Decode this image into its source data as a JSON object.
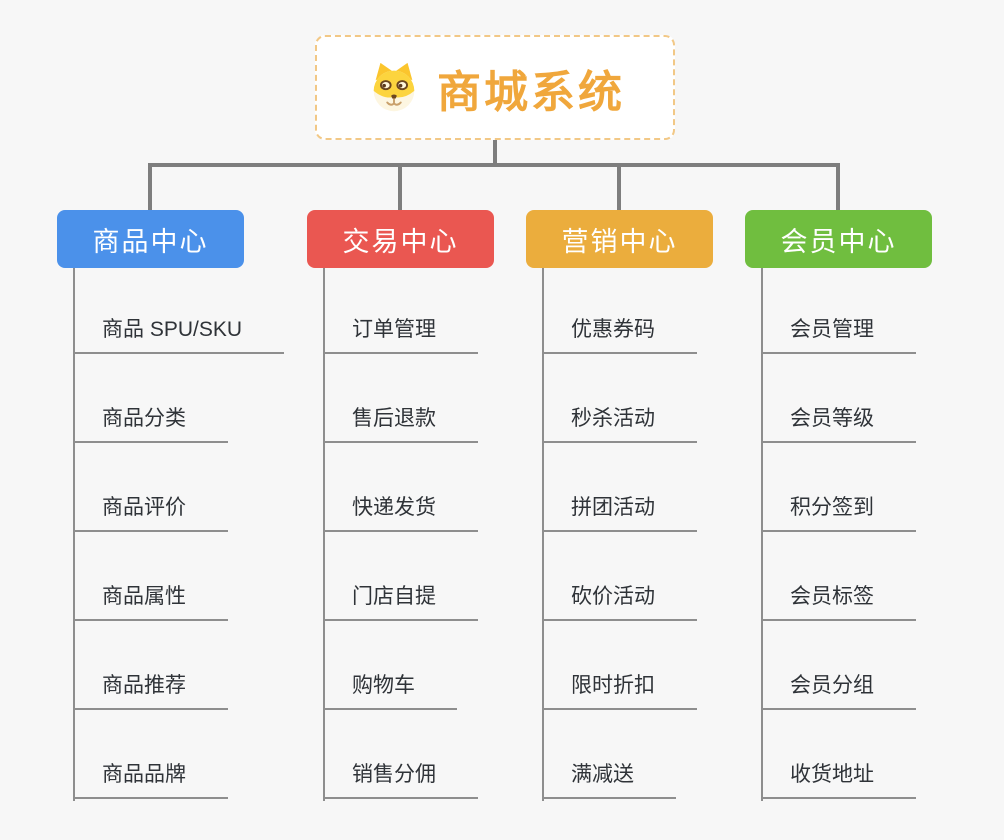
{
  "canvas": {
    "background": "#f7f7f7",
    "connector_color": "#7e7e7e"
  },
  "root": {
    "title": "商城系统",
    "title_color": "#f0a73c",
    "border_color": "#f2c886",
    "icon": "dog-icon"
  },
  "branches": [
    {
      "label": "商品中心",
      "color": "#4b91ea",
      "items": [
        "商品 SPU/SKU",
        "商品分类",
        "商品评价",
        "商品属性",
        "商品推荐",
        "商品品牌"
      ]
    },
    {
      "label": "交易中心",
      "color": "#ea5751",
      "items": [
        "订单管理",
        "售后退款",
        "快递发货",
        "门店自提",
        "购物车",
        "销售分佣"
      ]
    },
    {
      "label": "营销中心",
      "color": "#ebad3d",
      "items": [
        "优惠券码",
        "秒杀活动",
        "拼团活动",
        "砍价活动",
        "限时折扣",
        "满减送"
      ]
    },
    {
      "label": "会员中心",
      "color": "#70be3f",
      "items": [
        "会员管理",
        "会员等级",
        "积分签到",
        "会员标签",
        "会员分组",
        "收货地址"
      ]
    }
  ]
}
